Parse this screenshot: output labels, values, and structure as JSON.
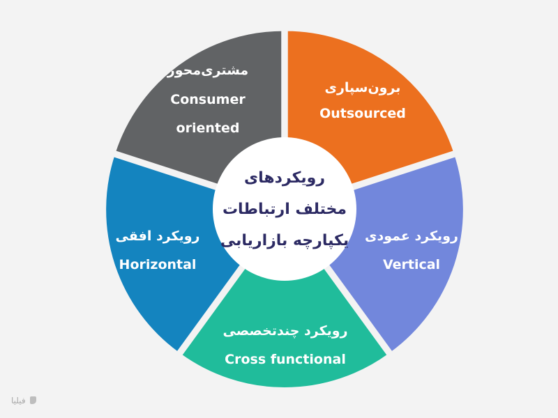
{
  "diagram": {
    "center": {
      "line1": "رویکردهای",
      "line2": "مختلف ارتباطات",
      "line3": "یکپارچه بازاریابی"
    },
    "segments": [
      {
        "fa": "برون‌سپاری",
        "en": [
          "Outsourced"
        ],
        "color": "#ec701f"
      },
      {
        "fa": "رویکرد عمودی",
        "en": [
          "Vertical"
        ],
        "color": "#7287dc"
      },
      {
        "fa": "رویکرد چندتخصصی",
        "en": [
          "Cross functional"
        ],
        "color": "#20bc9b"
      },
      {
        "fa": "رویکرد افقی",
        "en": [
          "Horizontal"
        ],
        "color": "#1484bf"
      },
      {
        "fa": "مشتری‌محور",
        "en": [
          "Consumer",
          "oriented"
        ],
        "color": "#616365"
      }
    ],
    "colors": {
      "background": "#f3f3f3",
      "center_fill": "#ffffff",
      "center_text": "#2c2a63"
    }
  },
  "brand": {
    "name": "فیلیا",
    "icon": "filia-logo-icon"
  }
}
